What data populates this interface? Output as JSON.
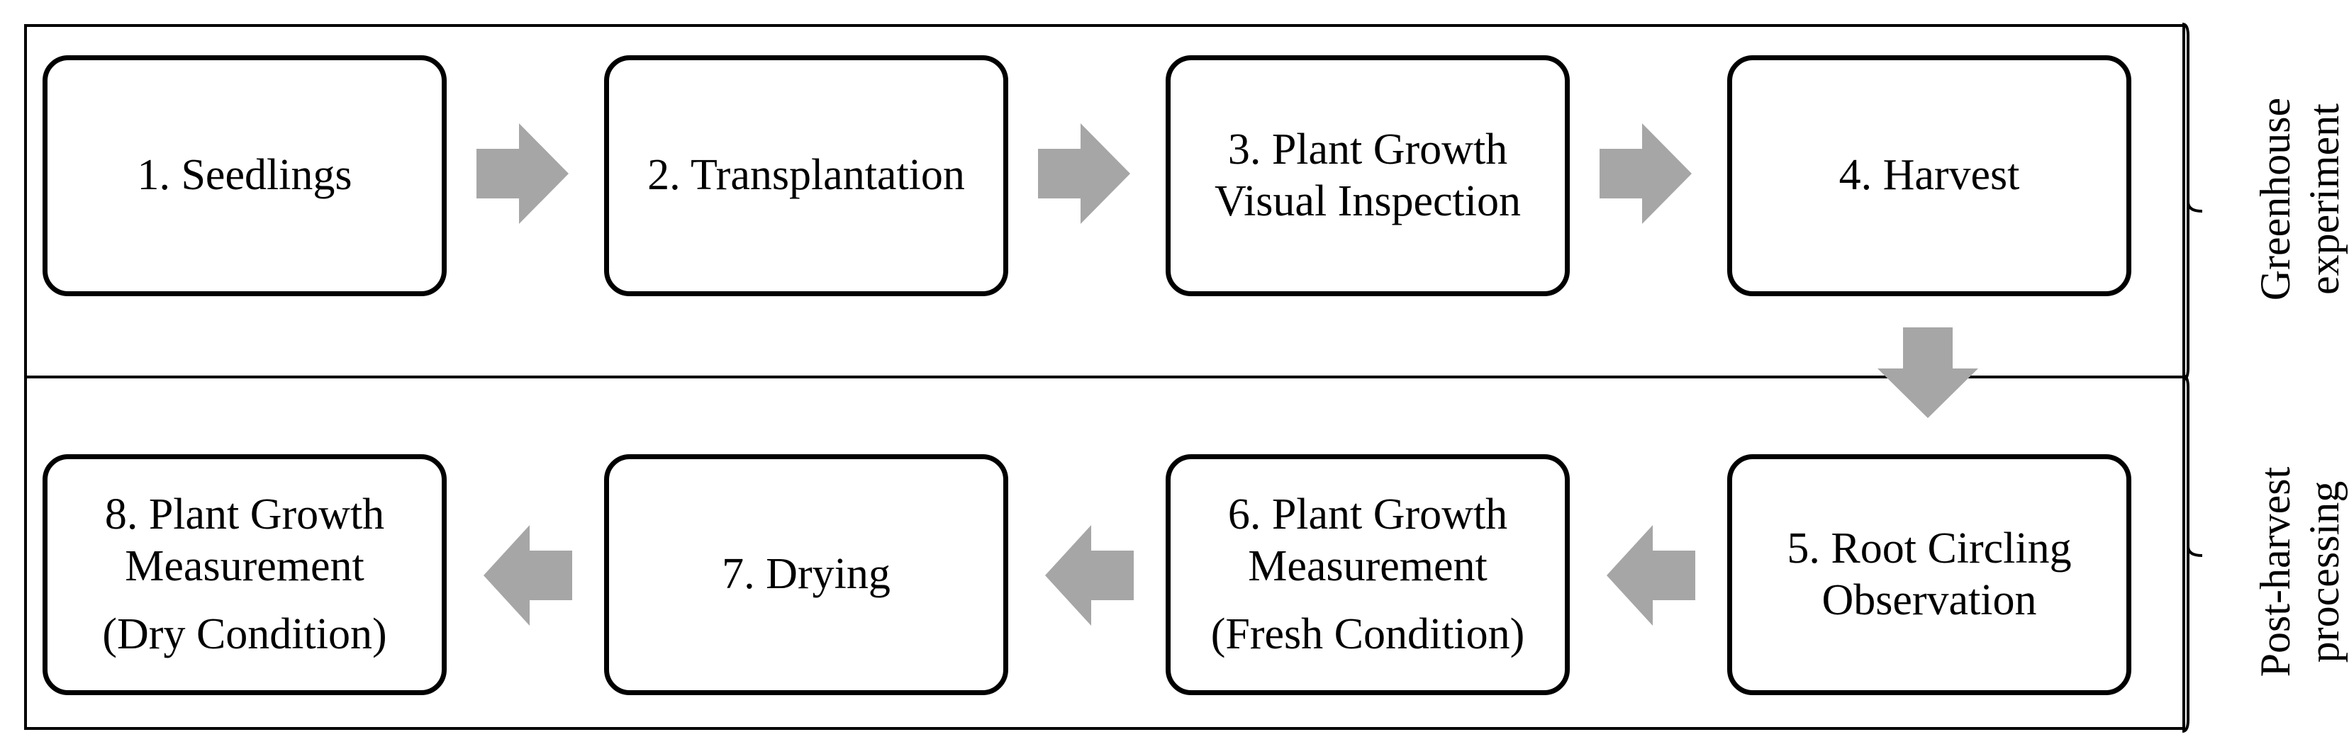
{
  "steps": [
    {
      "lines": [
        "1. Seedlings"
      ]
    },
    {
      "lines": [
        "2. Transplantation"
      ]
    },
    {
      "lines": [
        "3. Plant Growth",
        "Visual Inspection"
      ]
    },
    {
      "lines": [
        "4. Harvest"
      ]
    },
    {
      "lines": [
        "5. Root Circling",
        "Observation"
      ]
    },
    {
      "lines": [
        "6. Plant Growth",
        "Measurement",
        "(Fresh Condition)"
      ]
    },
    {
      "lines": [
        "7. Drying"
      ]
    },
    {
      "lines": [
        "8. Plant Growth",
        "Measurement",
        "(Dry Condition)"
      ]
    }
  ],
  "groups": [
    {
      "lines": [
        "Greenhouse",
        "experiment"
      ]
    },
    {
      "lines": [
        "Post-harvest",
        "processing"
      ]
    }
  ],
  "colors": {
    "arrow": "#a6a6a6",
    "border": "#000000"
  }
}
